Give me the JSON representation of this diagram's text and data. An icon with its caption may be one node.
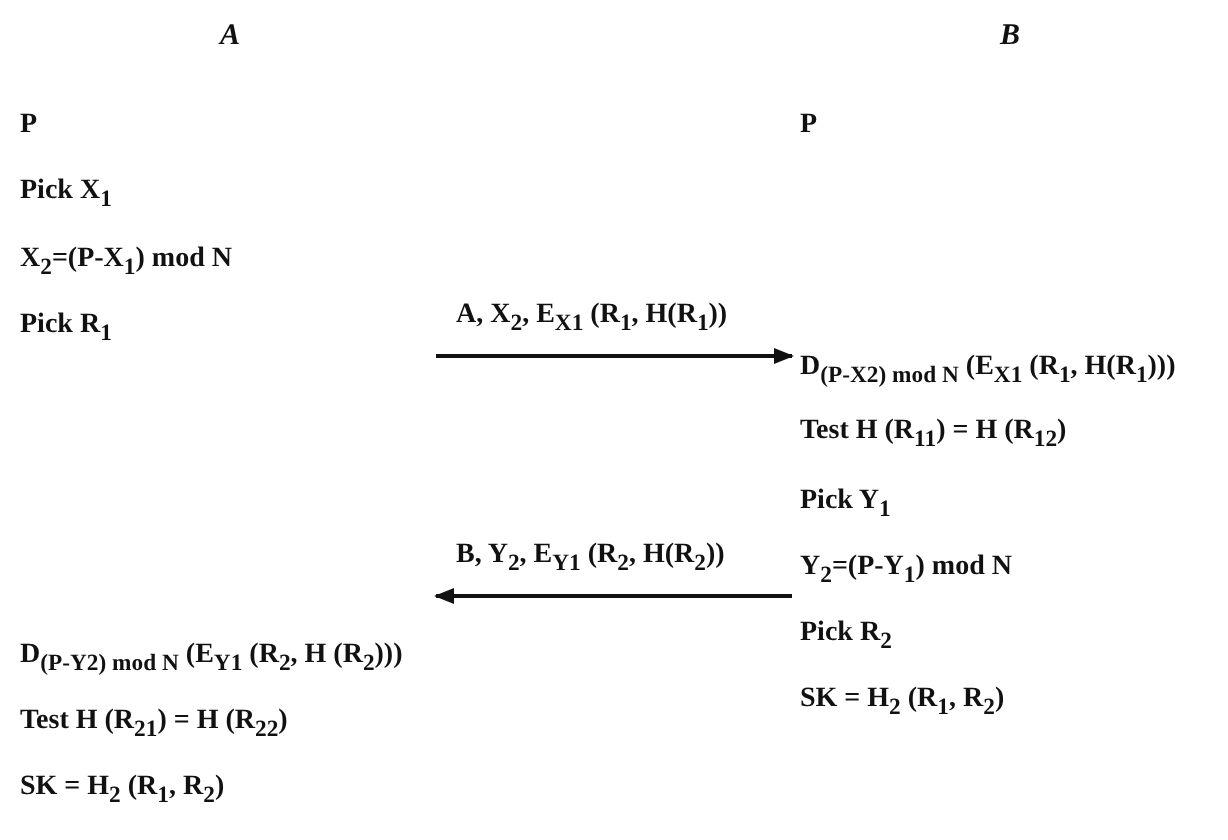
{
  "diagram": {
    "nodes": [
      {
        "text": [
          "A",
          "P",
          "Pick X$_{1}$",
          "X$_{2}$=(P-X$_{1}$) mod N",
          "Pick R$_{1}$",
          "D$_{(P-Y2) mod N}$ (E$_{Y1}$ (R$_{2}$, H (R$_{2}$)))",
          "Test H (R$_{21}$) = H (R$_{22}$)",
          "SK = H$_{2}$ (R$_{1}$, R$_{2}$)"
        ]
      },
      {
        "text": [
          "B",
          "P",
          "D$_{(P-X2) mod N}$ (E$_{X1}$ (R$_{1}$, H(R$_{1}$)))",
          "Test H (R$_{11}$) = H (R$_{12}$)",
          "Pick Y$_{1}$",
          "Y$_{2}$=(P-Y$_{1}$) mod N",
          "Pick R$_{2}$",
          "SK = H$_{2}$ (R$_{1}$, R$_{2}$)"
        ]
      }
    ],
    "edges": [
      {
        "from": 0,
        "to": 1,
        "arrow": "to",
        "label": "A, X$_{2}$, E$_{X1}$ (R$_{1}$, H(R$_{1}$))"
      },
      {
        "from": 1,
        "to": 0,
        "arrow": "to",
        "label": "B, Y$_{2}$, E$_{Y1}$ (R$_{2}$, H(R$_{2}$))"
      }
    ]
  }
}
